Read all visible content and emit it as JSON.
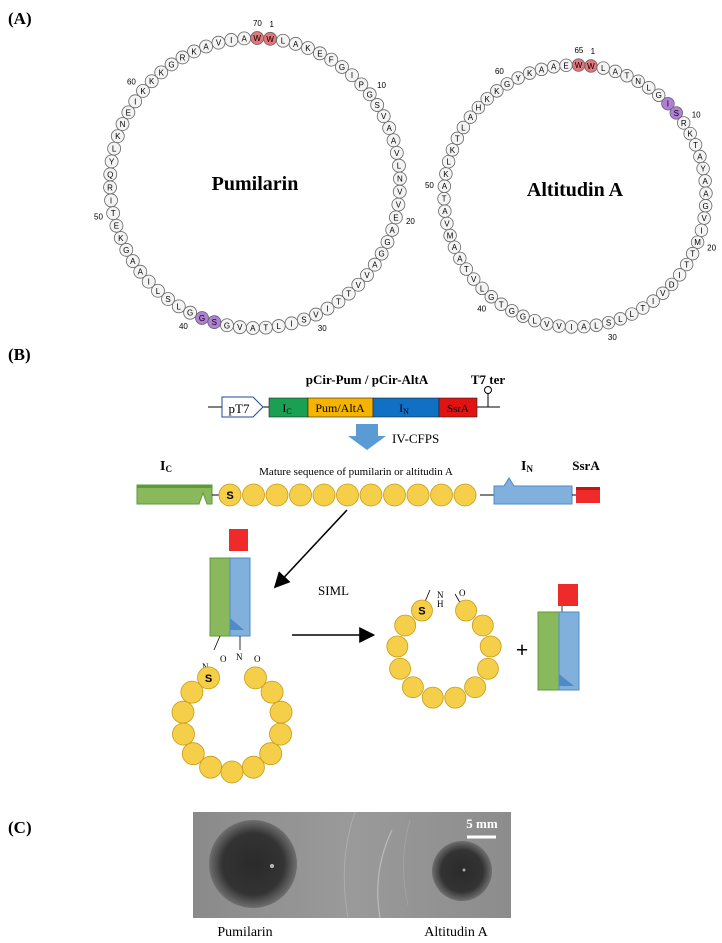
{
  "panels": {
    "a": "(A)",
    "b": "(B)",
    "c": "(C)"
  },
  "peptides": [
    {
      "name": "Pumilarin",
      "residues": [
        "W",
        "L",
        "A",
        "K",
        "E",
        "F",
        "G",
        "I",
        "P",
        "G",
        "S",
        "V",
        "A",
        "A",
        "V",
        "L",
        "N",
        "V",
        "V",
        "E",
        "A",
        "G",
        "G",
        "A",
        "V",
        "V",
        "T",
        "T",
        "I",
        "V",
        "S",
        "I",
        "L",
        "T",
        "A",
        "V",
        "G",
        "S",
        "G",
        "G",
        "L",
        "S",
        "L",
        "I",
        "A",
        "A",
        "G",
        "K",
        "E",
        "T",
        "I",
        "R",
        "Q",
        "Y",
        "L",
        "K",
        "N",
        "E",
        "I",
        "K",
        "K",
        "K",
        "G",
        "R",
        "K",
        "A",
        "V",
        "I",
        "A",
        "W"
      ],
      "numbers": [
        "1",
        "10",
        "20",
        "30",
        "40",
        "50",
        "60",
        "70"
      ],
      "highlight_red": [
        0,
        69
      ],
      "highlight_purple": [
        37,
        38
      ]
    },
    {
      "name": "Altitudin A",
      "residues": [
        "W",
        "L",
        "A",
        "T",
        "N",
        "L",
        "G",
        "I",
        "S",
        "R",
        "K",
        "T",
        "A",
        "Y",
        "A",
        "A",
        "G",
        "V",
        "I",
        "M",
        "T",
        "T",
        "I",
        "D",
        "V",
        "I",
        "T",
        "L",
        "L",
        "S",
        "L",
        "A",
        "I",
        "V",
        "V",
        "L",
        "G",
        "G",
        "T",
        "G",
        "L",
        "V",
        "T",
        "A",
        "A",
        "M",
        "V",
        "A",
        "T",
        "A",
        "K",
        "L",
        "K",
        "T",
        "L",
        "A",
        "H",
        "K",
        "K",
        "G",
        "Y",
        "K",
        "A",
        "A",
        "E",
        "W"
      ],
      "numbers": [
        "1",
        "10",
        "20",
        "30",
        "40",
        "50",
        "60",
        "65"
      ],
      "highlight_red": [
        0,
        65
      ],
      "highlight_purple": [
        7,
        8
      ]
    }
  ],
  "construct": {
    "title": "pCir-Pum / pCir-AltA",
    "promoter": "pT7",
    "terminator": "T7 ter",
    "segments": [
      {
        "main": "I",
        "sub": "C",
        "color": "#1aa052"
      },
      {
        "main": "Pum/AltA",
        "sub": "",
        "color": "#f5b400"
      },
      {
        "main": "I",
        "sub": "N",
        "color": "#1070c4"
      },
      {
        "main": "SsrA",
        "sub": "",
        "color": "#e11212"
      }
    ]
  },
  "process": {
    "step1": "IV-CFPS",
    "ic_label": "I",
    "ic_sub": "C",
    "in_label": "I",
    "in_sub": "N",
    "ssra_label": "SsrA",
    "mature_label": "Mature sequence of pumilarin or altitudin A",
    "serine": "S",
    "siml": "SIML",
    "plus": "+",
    "nh_n": "N",
    "nh_h": "H",
    "o": "O"
  },
  "colors": {
    "green": "#8ab85c",
    "green_dark": "#5d9b3a",
    "blue": "#82b0dc",
    "blue_dark": "#4f8bc6",
    "red": "#ee2a2a",
    "yellow": "#f6cf4a",
    "yellow_stroke": "#c79a12",
    "arrow_blue": "#5b9bd5",
    "res_red": "#e4757a",
    "res_purple": "#b07fd6"
  },
  "plate": {
    "scale_label": "5 mm",
    "labels": [
      "Pumilarin",
      "Altitudin A"
    ]
  }
}
